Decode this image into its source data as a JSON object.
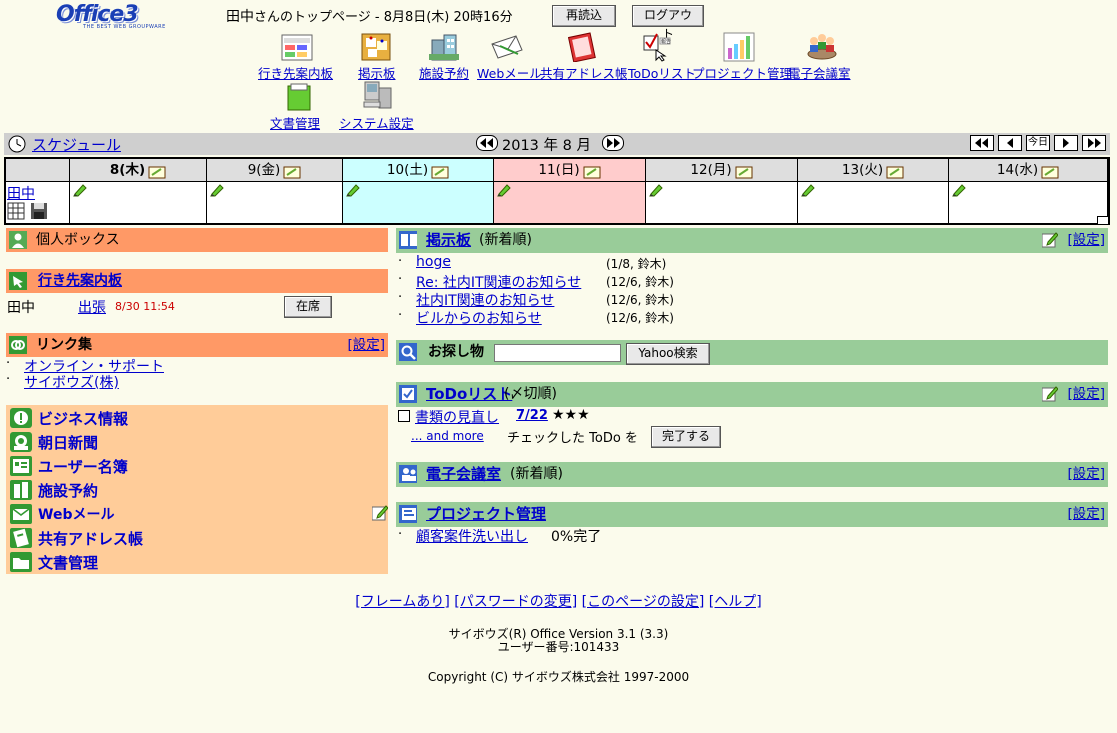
{
  "header": {
    "logo": "Office3",
    "logo_sub": "THE BEST WEB GROUPWARE",
    "welcome_name": "田中",
    "welcome_text": "さんのトップページ - 8月8日(木) 20時16分",
    "reload_label": "再読込",
    "logout_label": "ログアウト"
  },
  "apps": [
    {
      "label": "行き先案内板",
      "icon": "whiteboard-icon"
    },
    {
      "label": "掲示板",
      "icon": "bulletin-board-icon"
    },
    {
      "label": "施設予約",
      "icon": "building-icon"
    },
    {
      "label": "Webメール",
      "icon": "mail-icon"
    },
    {
      "label": "共有アドレス帳",
      "icon": "address-book-icon"
    },
    {
      "label": "ToDoリスト",
      "icon": "todo-checklist-icon"
    },
    {
      "label": "プロジェクト管理",
      "icon": "project-chart-icon"
    },
    {
      "label": "電子会議室",
      "icon": "meeting-room-icon"
    },
    {
      "label": "文書管理",
      "icon": "document-folder-icon"
    },
    {
      "label": "システム設定",
      "icon": "computer-settings-icon"
    }
  ],
  "schedule": {
    "title": "スケジュール",
    "month_label": "2013 年 8 月",
    "today_label": "今日",
    "days": [
      {
        "label": "8(木)",
        "bg": "#dedede",
        "cell": "#ffffff"
      },
      {
        "label": "9(金)",
        "bg": "#dedede",
        "cell": "#ffffff"
      },
      {
        "label": "10(土)",
        "bg": "#ccffff",
        "cell": "#ccffff"
      },
      {
        "label": "11(日)",
        "bg": "#ffcccc",
        "cell": "#ffcccc"
      },
      {
        "label": "12(月)",
        "bg": "#dedede",
        "cell": "#ffffff"
      },
      {
        "label": "13(火)",
        "bg": "#dedede",
        "cell": "#ffffff"
      },
      {
        "label": "14(水)",
        "bg": "#dedede",
        "cell": "#ffffff"
      }
    ],
    "user": "田中"
  },
  "personal_box": {
    "title": "個人ボックス"
  },
  "whereabouts": {
    "title": "行き先案内板",
    "name": "田中",
    "status": "出張",
    "time": "8/30 11:54",
    "button": "在席"
  },
  "links": {
    "title": "リンク集",
    "setting": "[設定]",
    "items": [
      "オンライン・サポート",
      "サイボウズ(株)"
    ]
  },
  "nav": [
    {
      "label": "ビジネス情報",
      "icon": "business-info-icon"
    },
    {
      "label": "朝日新聞",
      "icon": "newspaper-icon"
    },
    {
      "label": "ユーザー名簿",
      "icon": "user-directory-icon"
    },
    {
      "label": "施設予約",
      "icon": "facility-icon"
    },
    {
      "label": "Webメール",
      "icon": "webmail-icon"
    },
    {
      "label": "共有アドレス帳",
      "icon": "shared-address-icon"
    },
    {
      "label": "文書管理",
      "icon": "folder-icon"
    }
  ],
  "bulletin": {
    "title": "掲示板",
    "suffix": "(新着順)",
    "setting": "[設定]",
    "items": [
      {
        "title": "hoge",
        "meta": "(1/8, 鈴木)"
      },
      {
        "title": "Re: 社内IT関連のお知らせ",
        "meta": "(12/6, 鈴木)"
      },
      {
        "title": "社内IT関連のお知らせ",
        "meta": "(12/6, 鈴木)"
      },
      {
        "title": "ビルからのお知らせ",
        "meta": "(12/6, 鈴木)"
      }
    ]
  },
  "search": {
    "title": "お探し物",
    "value": "",
    "button": "Yahoo検索"
  },
  "todo": {
    "title": "ToDoリスト",
    "suffix": "(〆切順)",
    "setting": "[設定]",
    "item": "書類の見直し",
    "date": "7/22",
    "stars": "★★★",
    "more": "... and more",
    "check_text": "チェックした ToDo を",
    "complete_button": "完了する"
  },
  "meeting": {
    "title": "電子会議室",
    "suffix": "(新着順)",
    "setting": "[設定]"
  },
  "project": {
    "title": "プロジェクト管理",
    "setting": "[設定]",
    "item": "顧客案件洗い出し",
    "progress": "0%完了"
  },
  "footer": {
    "links": [
      "[フレームあり]",
      "[パスワードの変更]",
      "[このページの設定]",
      "[ヘルプ]"
    ],
    "version": "サイボウズ(R) Office Version 3.1 (3.3)",
    "user_no": "ユーザー番号:101433",
    "copyright": "Copyright (C) サイボウズ株式会社 1997-2000"
  }
}
